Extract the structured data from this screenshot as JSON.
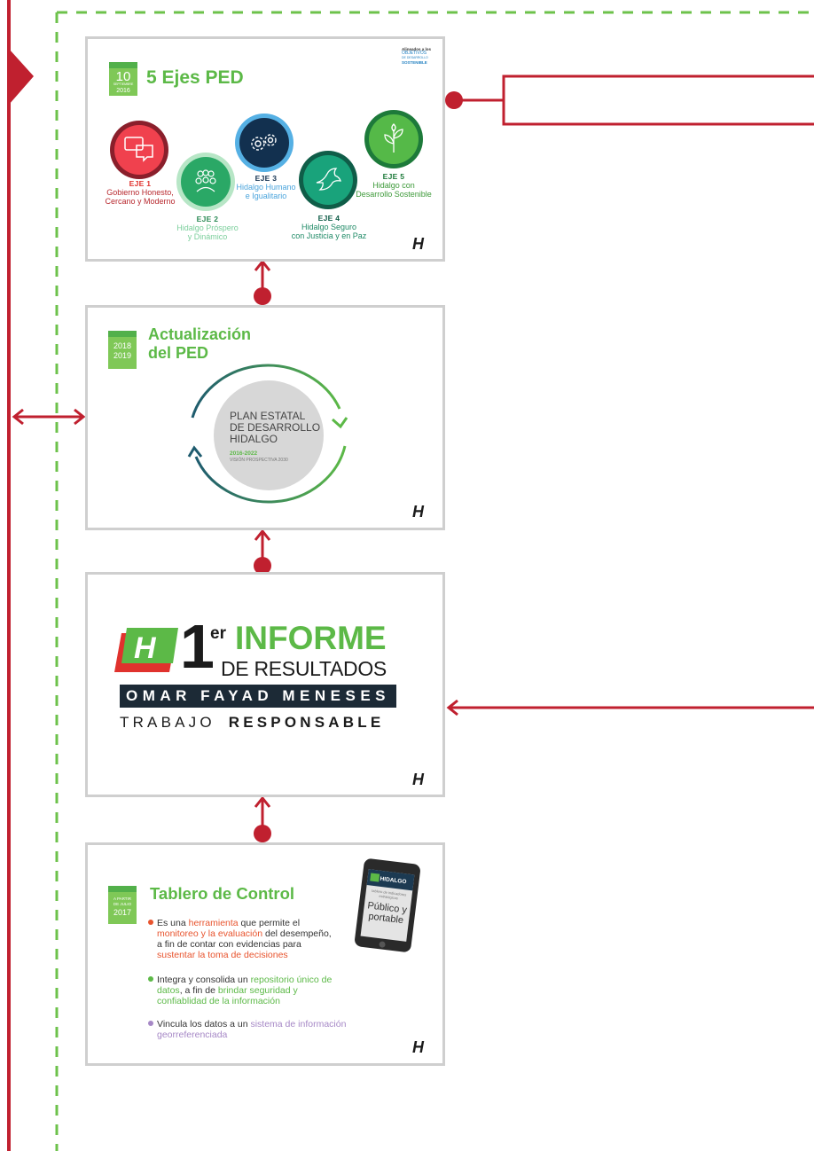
{
  "card1": {
    "date_day": "10",
    "date_month": "SEPTIEMBRE",
    "date_year": "2016",
    "title": "5 Ejes PED",
    "ods_small": "Alineados a los",
    "ods_line1": "OBJETIVOS",
    "ods_line2": "DE DESARROLLO",
    "ods_line3": "SOSTENIBLE",
    "ejes": [
      {
        "id": "EJE 1",
        "text1": "Gobierno Honesto,",
        "text2": "Cercano y Moderno",
        "color": "#f0414e",
        "label_color": "#b8292f"
      },
      {
        "id": "EJE 2",
        "text1": "Hidalgo Próspero",
        "text2": "y Dinámico",
        "color": "#7ccf9c",
        "label_color": "#7ccf9c"
      },
      {
        "id": "EJE 3",
        "text1": "Hidalgo Humano",
        "text2": "e Igualitario",
        "color": "#4aa4dc",
        "label_color": "#4aa4dc"
      },
      {
        "id": "EJE 4",
        "text1": "Hidalgo Seguro",
        "text2": "con Justicia y en Paz",
        "color": "#1fa77a",
        "label_color": "#1f8a66"
      },
      {
        "id": "EJE 5",
        "text1": "Hidalgo con",
        "text2": "Desarrollo Sostenible",
        "color": "#55b948",
        "label_color": "#3e9a3a"
      }
    ]
  },
  "card2": {
    "year1": "2018",
    "year2": "2019",
    "title1": "Actualización",
    "title2": "del PED",
    "plan_line1": "PLAN ESTATAL",
    "plan_line2": "DE DESARROLLO",
    "plan_line3": "HIDALGO",
    "plan_years": "2016-2022",
    "plan_vision": "VISIÓN PROSPECTIVA 2030"
  },
  "card3": {
    "num": "1",
    "sup": "er",
    "word1": "INFORME",
    "word2": "DE RESULTADOS",
    "name": "OMAR FAYAD MENESES",
    "trabajo": "TRABAJO",
    "responsable": "RESPONSABLE"
  },
  "card4": {
    "date_small1": "A PARTIR",
    "date_small2": "DE JULIO",
    "date_year": "2017",
    "title": "Tablero de Control",
    "b1_a": "Es una ",
    "b1_b": "herramienta",
    "b1_c": "  que permite el",
    "b1_d": "monitoreo y la evaluación",
    "b1_e": " del desempeño,",
    "b1_f": "a fin de contar con evidencias para",
    "b1_g": "sustentar la toma de decisiones",
    "b2_a": "Integra y consolida un ",
    "b2_b": "repositorio único de",
    "b2_c": "datos",
    "b2_d": ", a fin de ",
    "b2_e": "brindar seguridad y",
    "b2_f": "confiablidad de la información",
    "b3_a": "Vincula los datos a un ",
    "b3_b": "sistema de información",
    "b3_c": "georreferenciada",
    "phone_brand": "HIDALGO",
    "phone_sub": "tablero de indicadores estratégicos",
    "phone_text1": "Público y",
    "phone_text2": "portable"
  },
  "logo": "H",
  "colors": {
    "crimson": "#c0202f",
    "green_dash": "#6dc24b",
    "card_border": "#cfcfcf",
    "accent_green": "#5cb947"
  }
}
